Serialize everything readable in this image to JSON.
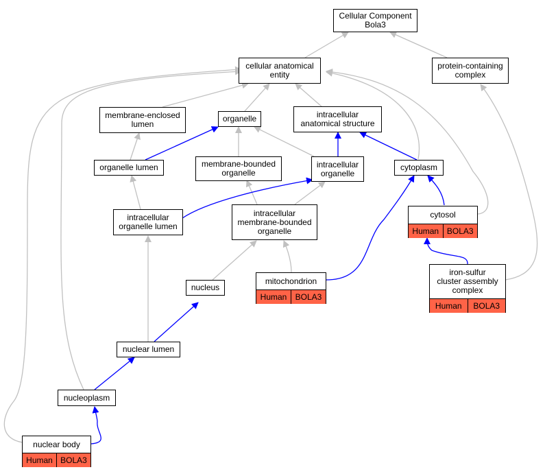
{
  "colors": {
    "edge_gray": "#c0c0c0",
    "edge_blue": "#0000ff",
    "annotation": "#ff6347"
  },
  "nodes": {
    "root": [
      "Cellular Component",
      "Bola3"
    ],
    "cae": [
      "cellular anatomical",
      "entity"
    ],
    "pcc": [
      "protein-containing",
      "complex"
    ],
    "mel": [
      "membrane-enclosed",
      "lumen"
    ],
    "organelle": [
      "organelle"
    ],
    "ias": [
      "intracellular",
      "anatomical structure"
    ],
    "orglumen": [
      "organelle lumen"
    ],
    "mbo": [
      "membrane-bounded",
      "organelle"
    ],
    "io": [
      "intracellular",
      "organelle"
    ],
    "cytoplasm": [
      "cytoplasm"
    ],
    "iol": [
      "intracellular",
      "organelle lumen"
    ],
    "imbo": [
      "intracellular",
      "membrane-bounded",
      "organelle"
    ],
    "cytosol": [
      "cytosol"
    ],
    "nucleus": [
      "nucleus"
    ],
    "mito": [
      "mitochondrion"
    ],
    "fesc": [
      "iron-sulfur",
      "cluster assembly",
      "complex"
    ],
    "nlumen": [
      "nuclear lumen"
    ],
    "nucleoplasm": [
      "nucleoplasm"
    ],
    "nbody": [
      "nuclear body"
    ]
  },
  "annotations": {
    "cytosol": [
      "Human",
      "BOLA3"
    ],
    "mito": [
      "Human",
      "BOLA3"
    ],
    "fesc": [
      "Human",
      "BOLA3"
    ],
    "nbody": [
      "Human",
      "BOLA3"
    ]
  }
}
